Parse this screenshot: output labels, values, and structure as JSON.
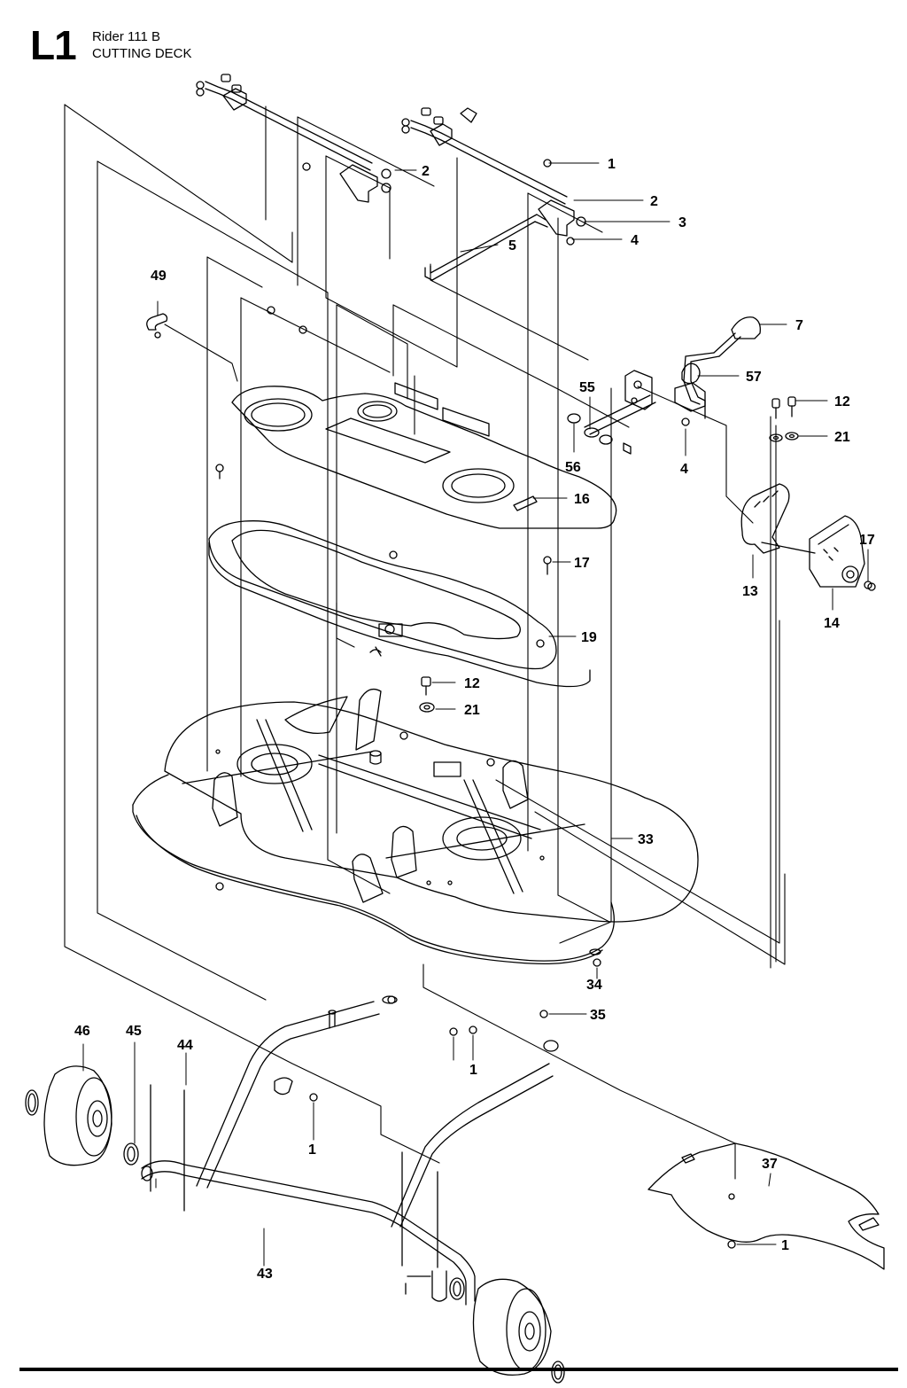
{
  "header": {
    "code": "L1",
    "model": "Rider 111 B",
    "section": "CUTTING DECK"
  },
  "callouts": [
    {
      "id": "c1a",
      "text": "1"
    },
    {
      "id": "c2a",
      "text": "2"
    },
    {
      "id": "c2b",
      "text": "2"
    },
    {
      "id": "c3",
      "text": "3"
    },
    {
      "id": "c4a",
      "text": "4"
    },
    {
      "id": "c5",
      "text": "5"
    },
    {
      "id": "c49",
      "text": "49"
    },
    {
      "id": "c7",
      "text": "7"
    },
    {
      "id": "c57",
      "text": "57"
    },
    {
      "id": "c55",
      "text": "55"
    },
    {
      "id": "c12a",
      "text": "12"
    },
    {
      "id": "c21a",
      "text": "21"
    },
    {
      "id": "c56",
      "text": "56"
    },
    {
      "id": "c4b",
      "text": "4"
    },
    {
      "id": "c16",
      "text": "16"
    },
    {
      "id": "c17a",
      "text": "17"
    },
    {
      "id": "c17b",
      "text": "17"
    },
    {
      "id": "c13",
      "text": "13"
    },
    {
      "id": "c14",
      "text": "14"
    },
    {
      "id": "c19",
      "text": "19"
    },
    {
      "id": "c12b",
      "text": "12"
    },
    {
      "id": "c21b",
      "text": "21"
    },
    {
      "id": "c33",
      "text": "33"
    },
    {
      "id": "c34",
      "text": "34"
    },
    {
      "id": "c35",
      "text": "35"
    },
    {
      "id": "c1b",
      "text": "1"
    },
    {
      "id": "c46",
      "text": "46"
    },
    {
      "id": "c45",
      "text": "45"
    },
    {
      "id": "c44",
      "text": "44"
    },
    {
      "id": "c1c",
      "text": "1"
    },
    {
      "id": "c37",
      "text": "37"
    },
    {
      "id": "c1d",
      "text": "1"
    },
    {
      "id": "c43",
      "text": "43"
    }
  ]
}
